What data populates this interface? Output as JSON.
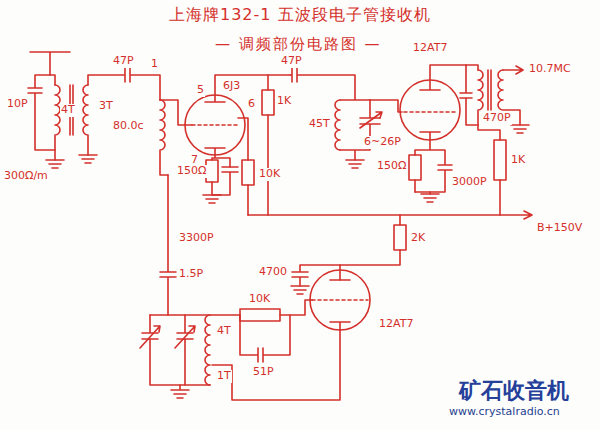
{
  "diagram": {
    "title": "上海牌132-1 五波段电子管接收机",
    "labels": [
      "— 调频部份电路图 —",
      "10P",
      "4T",
      "3T",
      "300Ω/m",
      "47P",
      "1",
      "6J3",
      "80.0c",
      "5",
      "6",
      "7",
      "150Ω",
      "10K",
      "1K",
      "47P",
      "45T",
      "6~26P",
      "12AT7",
      "150Ω",
      "3000P",
      "1K",
      "470P",
      "10.7MC",
      "B+150V",
      "2K",
      "3300P",
      "1.5P",
      "4700",
      "10K",
      "51P",
      "4T",
      "1T",
      "12AT7",
      "矿石收音机",
      "www.crystalradio.cn"
    ]
  }
}
